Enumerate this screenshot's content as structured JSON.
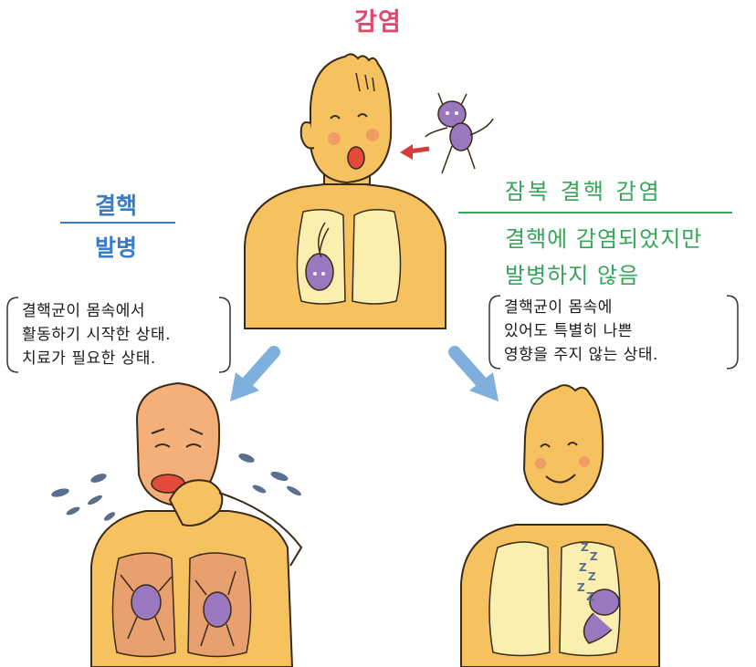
{
  "title": "감염",
  "left": {
    "heading_top": "결핵",
    "heading_bottom": "발병",
    "note": [
      "결핵균이 몸속에서",
      "활동하기 시작한 상태.",
      "치료가 필요한 상태."
    ]
  },
  "right": {
    "heading": "잠복 결핵 감염",
    "subtitle": [
      "결핵에 감염되었지만",
      "발병하지 않음"
    ],
    "note": [
      "결핵균이 몸속에",
      "있어도 특별히 나쁜",
      "영향을 주지 않는 상태."
    ]
  },
  "colors": {
    "title": "#e0476b",
    "blue": "#3a7dc4",
    "green": "#36a55a",
    "skin": "#f6c25f",
    "lung": "#fbefb0",
    "sick_lung": "#e8a06e",
    "germ": "#9a78c0",
    "arrow": "#7fb0dd"
  },
  "sleep_symbol": "Z"
}
